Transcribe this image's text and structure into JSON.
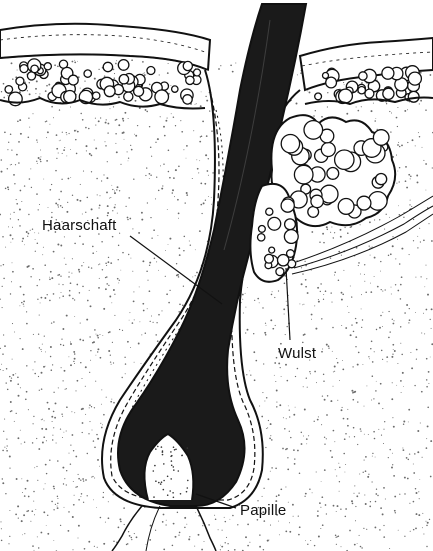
{
  "diagram": {
    "labels": {
      "haarschaft": "Haarschaft",
      "wulst": "Wulst",
      "papille": "Papille"
    },
    "colors": {
      "ink": "#111111",
      "paper": "#ffffff",
      "stipple": "#6b6b6b"
    }
  }
}
